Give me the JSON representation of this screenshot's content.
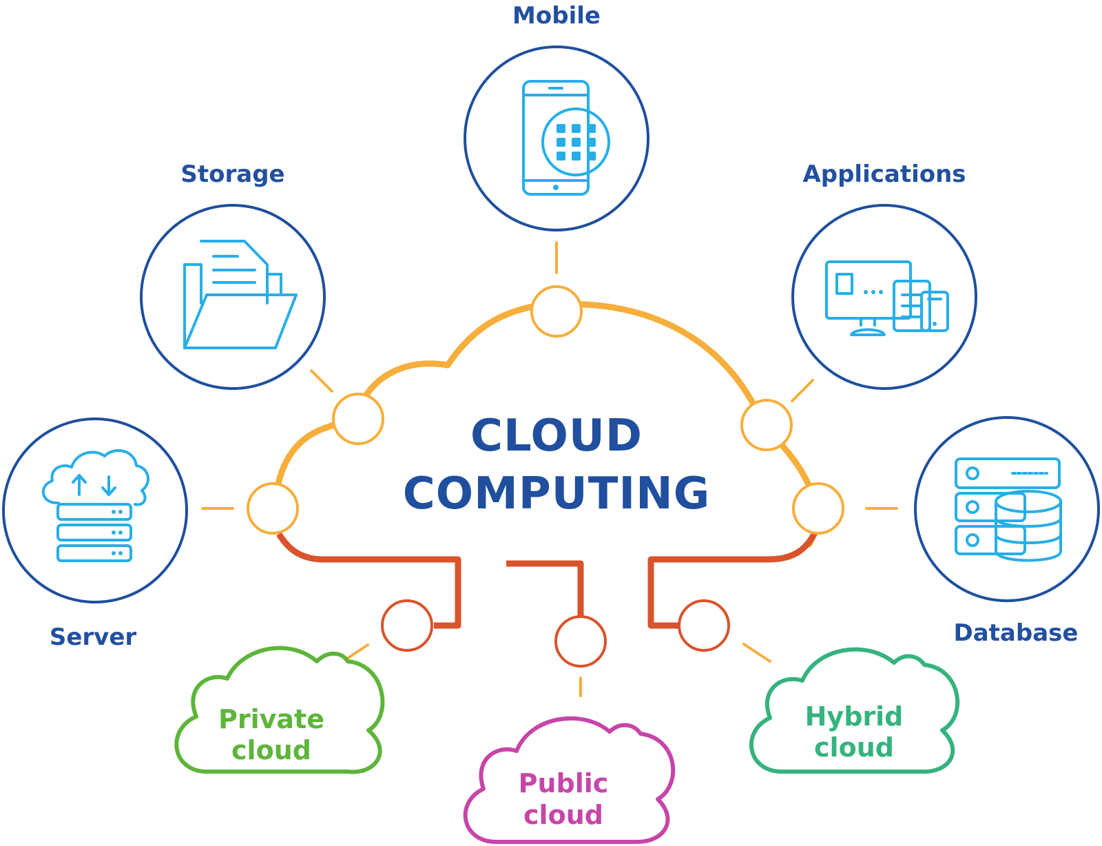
{
  "center": {
    "line1": "CLOUD",
    "line2": "COMPUTING"
  },
  "services": {
    "mobile": "Mobile",
    "storage": "Storage",
    "applications": "Applications",
    "server": "Server",
    "database": "Database"
  },
  "deployments": {
    "private": {
      "line1": "Private",
      "line2": "cloud"
    },
    "public": {
      "line1": "Public",
      "line2": "cloud"
    },
    "hybrid": {
      "line1": "Hybrid",
      "line2": "cloud"
    }
  },
  "colors": {
    "navy": "#1f4f9e",
    "icon_blue": "#27aee8",
    "orange": "#f7ae3b",
    "red": "#d9532c",
    "green": "#5db53a",
    "magenta": "#c745a9",
    "teal": "#35b37e"
  },
  "icons": {
    "mobile": "smartphone-grid-icon",
    "storage": "folder-documents-icon",
    "applications": "desktop-devices-icon",
    "server": "cloud-server-icon",
    "database": "database-server-icon"
  }
}
